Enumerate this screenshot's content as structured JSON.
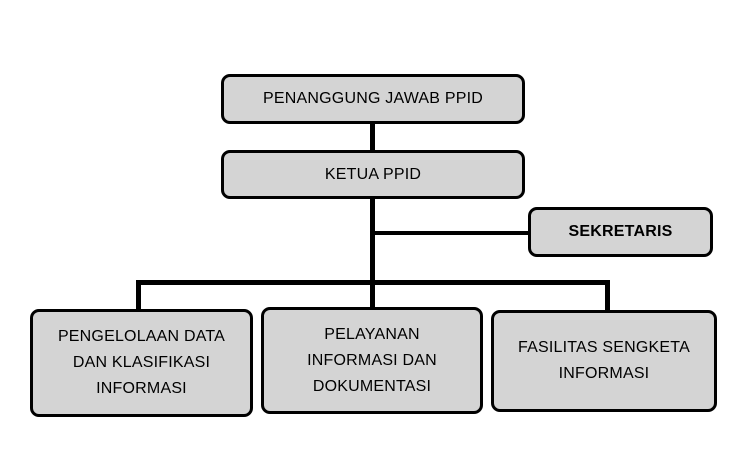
{
  "diagram": {
    "head": "PENANGGUNG JAWAB PPID",
    "chair": "KETUA PPID",
    "secretary": "SEKRETARIS",
    "units": [
      "PENGELOLAAN DATA\nDAN KLASIFIKASI\nINFORMASI",
      "PELAYANAN\nINFORMASI DAN\nDOKUMENTASI",
      "FASILITAS SENGKETA\nINFORMASI"
    ]
  },
  "colors": {
    "box_fill": "#d4d4d4",
    "stroke": "#000000"
  }
}
